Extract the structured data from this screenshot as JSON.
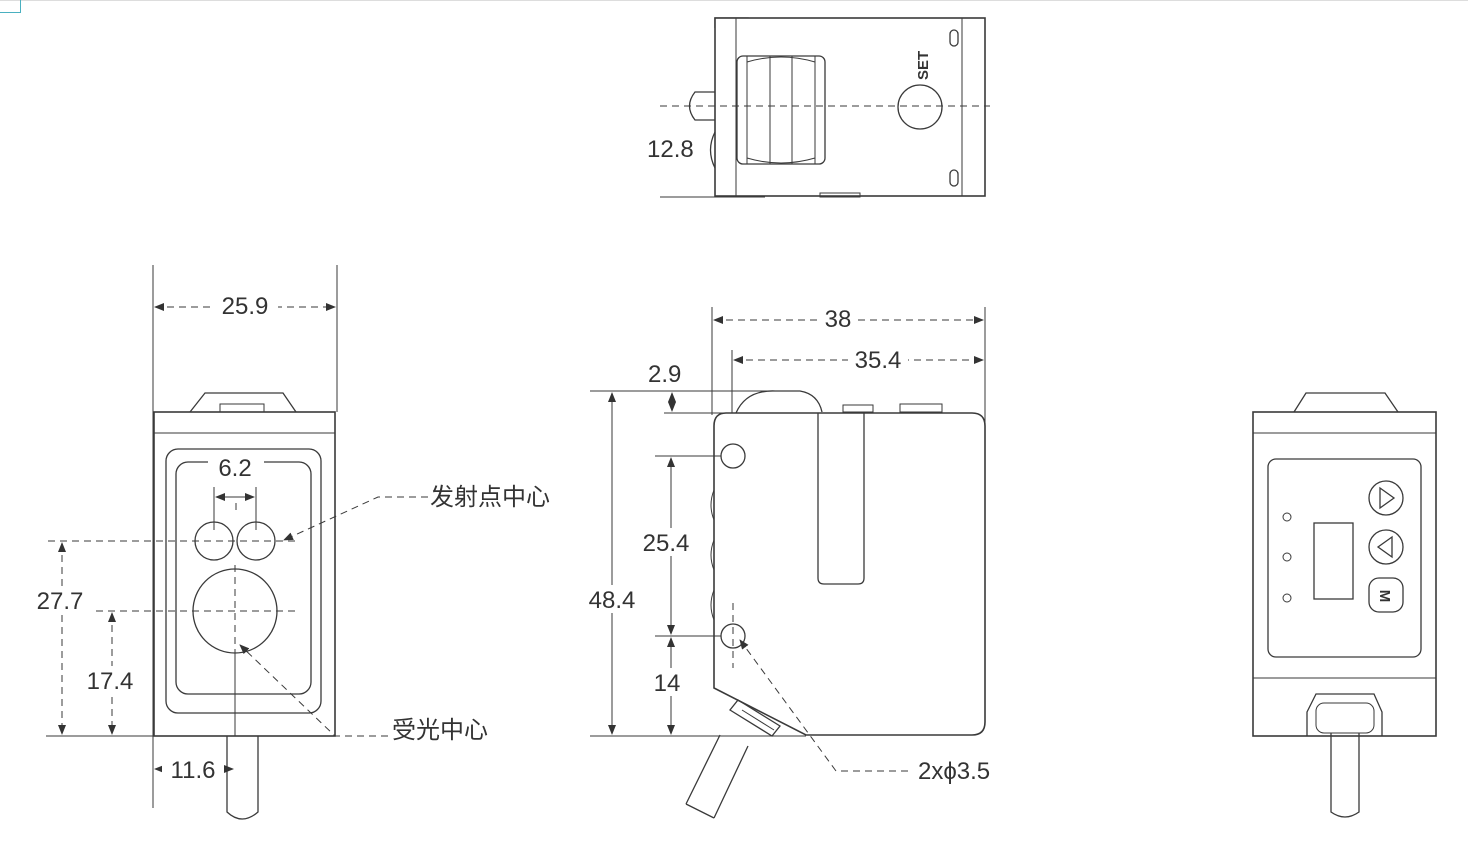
{
  "diagram": {
    "views": {
      "top": {
        "set_label": "SET",
        "dim_height": "12.8"
      },
      "front": {
        "dim_width": "25.9",
        "dim_emitter_spacing": "6.2",
        "dim_receiver_offset": "11.6",
        "dim_emitter_height": "27.7",
        "dim_receiver_height": "17.4",
        "callout_emitter": "发射点中心",
        "callout_receiver": "受光中心"
      },
      "side": {
        "dim_total_width": "38",
        "dim_body_width": "35.4",
        "dim_top_offset": "2.9",
        "dim_hole_spacing": "25.4",
        "dim_total_height": "48.4",
        "dim_bottom_hole": "14",
        "callout_holes": "2xϕ3.5"
      },
      "rear": {
        "button_mode_label": "M"
      }
    }
  }
}
